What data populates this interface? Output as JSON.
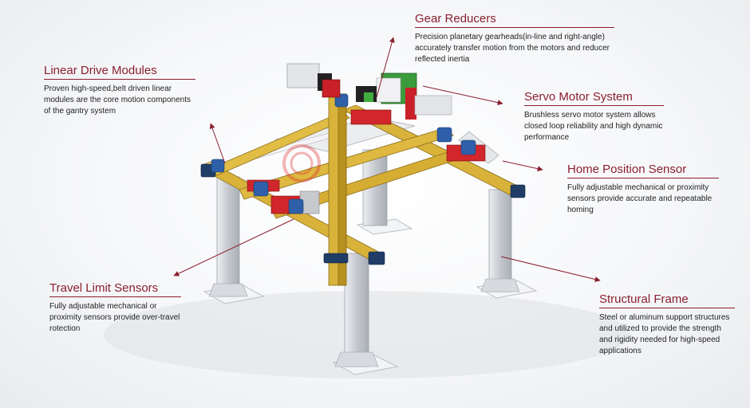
{
  "callouts": {
    "gear_reducers": {
      "title": "Gear Reducers",
      "body": "Precision planetary gearheads(in-line and right-angle) accurately transfer motion from the motors and reducer reflected inertia"
    },
    "linear_drive_modules": {
      "title": "Linear Drive Modules",
      "body": "Proven high-speed,belt driven linear modules are the core motion components of the gantry system"
    },
    "servo_motor_system": {
      "title": "Servo Motor System",
      "body": "Brushless servo motor system allows closed loop reliability and high dynamic performance"
    },
    "home_position_sensor": {
      "title": "Home Position Sensor",
      "body": "Fully adjustable mechanical or proximity sensors provide accurate and repeatable homing"
    },
    "travel_limit_sensors": {
      "title": "Travel Limit Sensors",
      "body": "Fully adjustable mechanical or proximity sensors provide over-travel rotection"
    },
    "structural_frame": {
      "title": "Structural Frame",
      "body": "Steel or aluminum support structures and utilized to provide the strength and rigidity needed for high-speed applications"
    }
  },
  "colors": {
    "accent": "#8a1f2f",
    "beam": "#d9b23a",
    "column": "#c9ccd1",
    "carriage_red": "#d1262b",
    "motor_blue": "#2f5fa8",
    "motor_green": "#3a9b3a"
  }
}
